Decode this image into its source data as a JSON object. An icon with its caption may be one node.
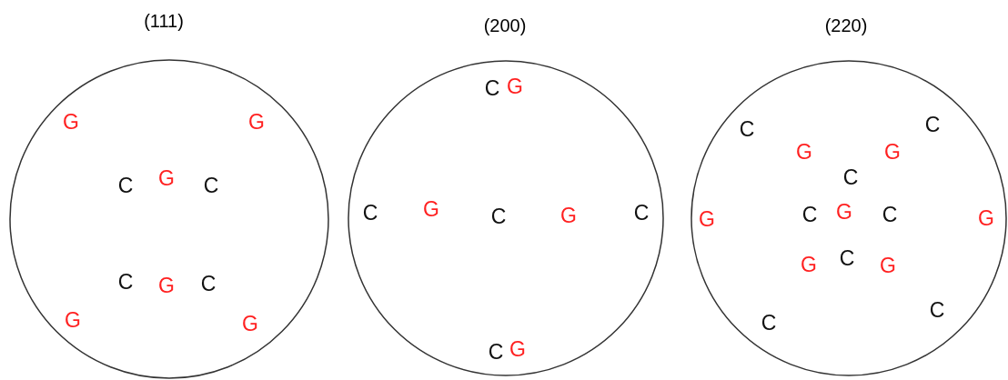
{
  "diagram": {
    "nodes": [
      {
        "text": [
          "(111)"
        ]
      },
      {
        "text": [
          "(200)"
        ]
      },
      {
        "text": [
          "(220)"
        ]
      }
    ],
    "labels": [
      "G",
      "G",
      "C",
      "G",
      "C",
      "C",
      "G",
      "C",
      "G",
      "G",
      "C",
      "G",
      "C",
      "G",
      "C",
      "G",
      "C",
      "C",
      "G",
      "C",
      "C",
      "G",
      "G",
      "C",
      "G",
      "C",
      "G",
      "C",
      "G",
      "G",
      "C",
      "G",
      "C",
      "C"
    ]
  }
}
